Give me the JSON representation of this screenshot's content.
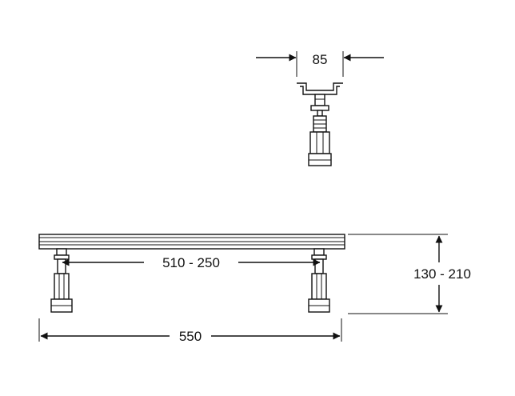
{
  "diagram": {
    "dims": {
      "profile_width": "85",
      "inner_span": "510 - 250",
      "overall_length": "550",
      "height_range": "130 - 210"
    }
  }
}
